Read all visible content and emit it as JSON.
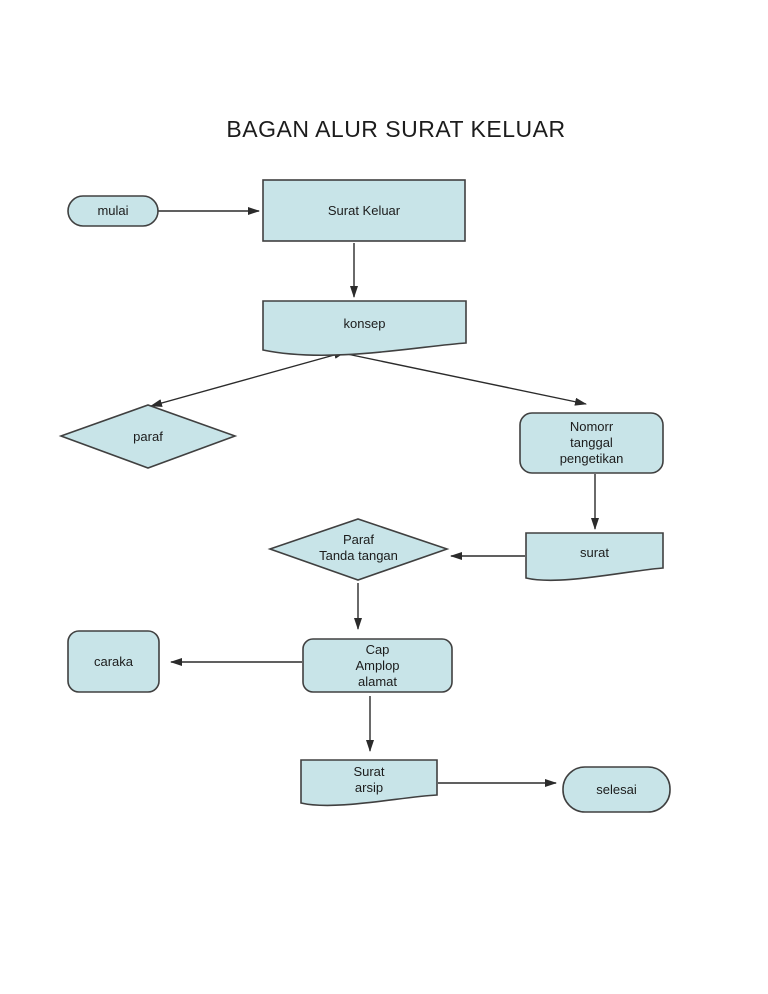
{
  "title": "BAGAN ALUR SURAT KELUAR",
  "colors": {
    "node_fill": "#c8e4e8",
    "node_border": "#404040",
    "connector": "#2b2b2b",
    "text": "#1c1c1c",
    "background": "#ffffff"
  },
  "nodes": {
    "mulai": {
      "label": "mulai",
      "shape": "terminator"
    },
    "surat_keluar": {
      "label": "Surat Keluar",
      "shape": "process"
    },
    "konsep": {
      "label": "konsep",
      "shape": "document"
    },
    "paraf": {
      "label": "paraf",
      "shape": "decision"
    },
    "nomor_tanggal_pengetikan": {
      "label": "Nomorr\ntanggal\npengetikan",
      "shape": "rounded-process"
    },
    "surat": {
      "label": "surat",
      "shape": "document"
    },
    "paraf_tanda_tangan": {
      "label": "Paraf\nTanda tangan",
      "shape": "decision"
    },
    "cap_amplop_alamat": {
      "label": "Cap\nAmplop\nalamat",
      "shape": "rounded-process"
    },
    "caraka": {
      "label": "caraka",
      "shape": "rounded-process"
    },
    "surat_arsip": {
      "label": "Surat\narsip",
      "shape": "document"
    },
    "selesai": {
      "label": "selesai",
      "shape": "terminator"
    }
  },
  "edges": [
    {
      "from": "mulai",
      "to": "surat_keluar",
      "arrows": "end"
    },
    {
      "from": "surat_keluar",
      "to": "konsep",
      "arrows": "end"
    },
    {
      "from": "konsep",
      "to": "paraf",
      "arrows": "both"
    },
    {
      "from": "konsep",
      "to": "nomor_tanggal_pengetikan",
      "arrows": "end"
    },
    {
      "from": "nomor_tanggal_pengetikan",
      "to": "surat",
      "arrows": "end"
    },
    {
      "from": "surat",
      "to": "paraf_tanda_tangan",
      "arrows": "end"
    },
    {
      "from": "paraf_tanda_tangan",
      "to": "cap_amplop_alamat",
      "arrows": "end"
    },
    {
      "from": "cap_amplop_alamat",
      "to": "caraka",
      "arrows": "end"
    },
    {
      "from": "cap_amplop_alamat",
      "to": "surat_arsip",
      "arrows": "end"
    },
    {
      "from": "surat_arsip",
      "to": "selesai",
      "arrows": "end"
    }
  ]
}
